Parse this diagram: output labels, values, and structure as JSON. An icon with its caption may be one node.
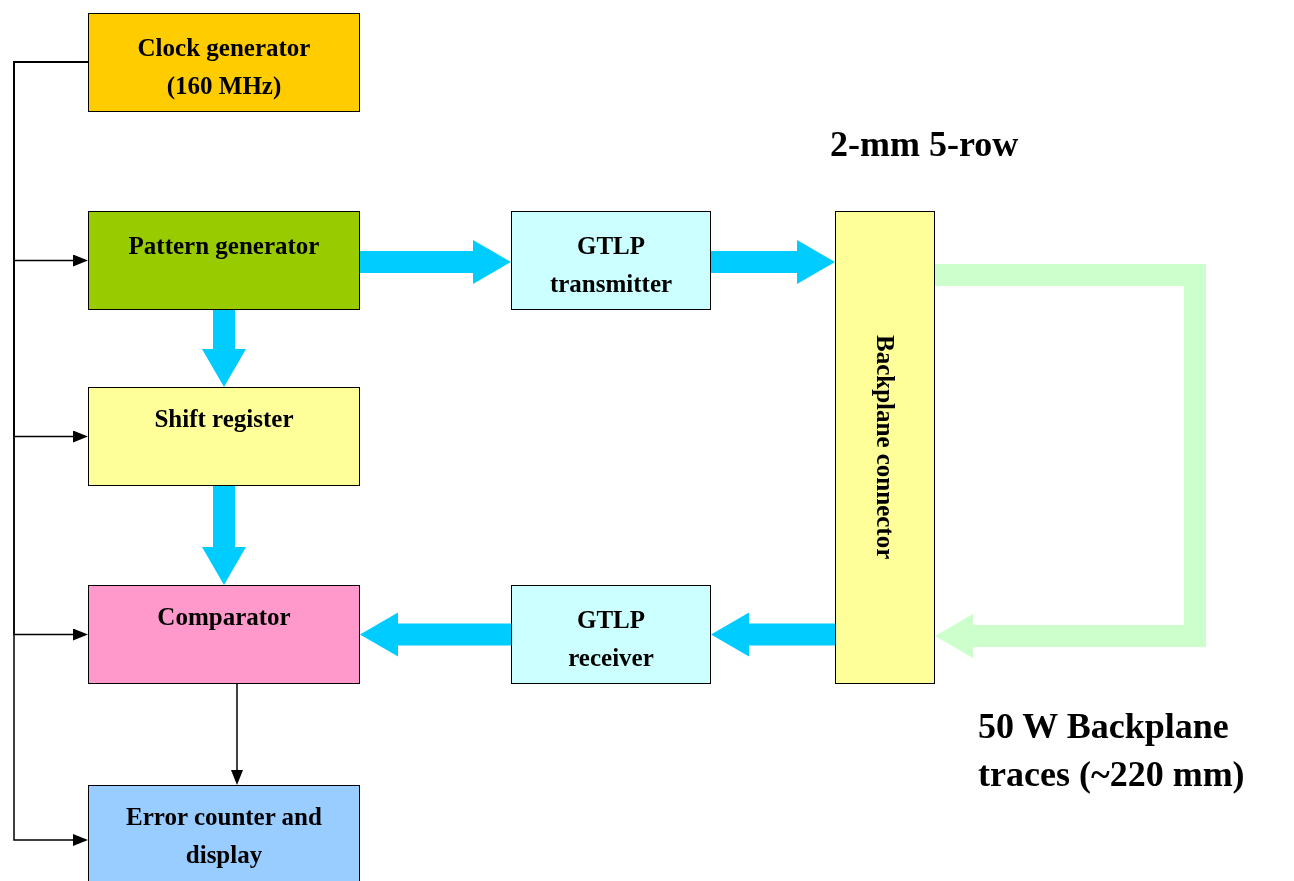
{
  "diagram": {
    "nodes": [
      {
        "text": [
          "Clock generator (160 MHz)"
        ]
      },
      {
        "text": [
          "Pattern generator"
        ]
      },
      {
        "text": [
          "GTLP transmitter"
        ]
      },
      {
        "text": [
          "Backplane connector"
        ]
      },
      {
        "text": [
          "Shift register"
        ]
      },
      {
        "text": [
          "Comparator"
        ]
      },
      {
        "text": [
          "GTLP receiver"
        ]
      },
      {
        "text": [
          "Error counter and display"
        ]
      }
    ],
    "edges": [
      {
        "from": 0,
        "to": 1,
        "arrow": "to",
        "color": "#000000"
      },
      {
        "from": 0,
        "to": 4,
        "arrow": "to",
        "color": "#000000"
      },
      {
        "from": 0,
        "to": 5,
        "arrow": "to",
        "color": "#000000"
      },
      {
        "from": 0,
        "to": 7,
        "arrow": "to",
        "color": "#000000"
      },
      {
        "from": 1,
        "to": 2,
        "arrow": "to"
      },
      {
        "from": 2,
        "to": 3,
        "arrow": "to"
      },
      {
        "from": 1,
        "to": 4,
        "arrow": "to"
      },
      {
        "from": 4,
        "to": 5,
        "arrow": "to"
      },
      {
        "from": 3,
        "to": 6,
        "arrow": "to"
      },
      {
        "from": 6,
        "to": 5,
        "arrow": "to"
      },
      {
        "from": 5,
        "to": 7,
        "arrow": "to",
        "color": "#000000"
      },
      {
        "from": 3,
        "to": 3,
        "arrow": "to",
        "color": "#ccffcc"
      }
    ],
    "labels": [
      "2-mm 5-row",
      "50 W Backplane traces (~220 mm)"
    ]
  }
}
